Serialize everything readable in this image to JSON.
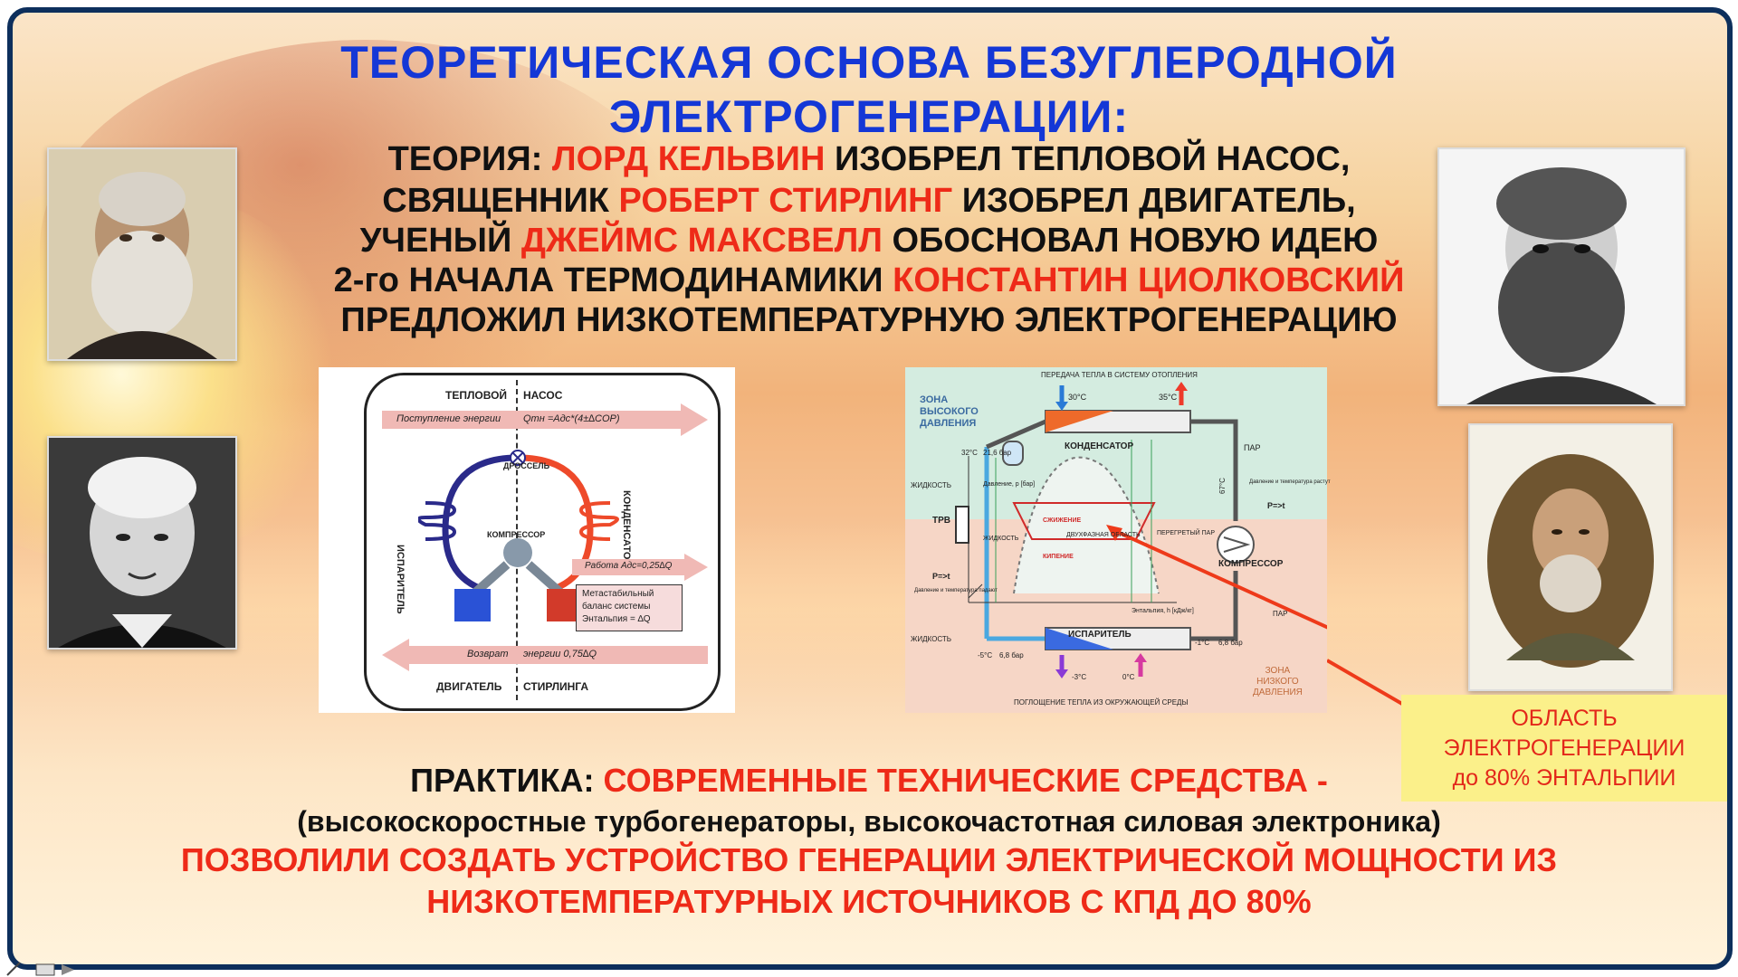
{
  "title": {
    "line1": "ТЕОРЕТИЧЕСКАЯ ОСНОВА БЕЗУГЛЕРОДНОЙ",
    "line2": "ЭЛЕКТРОГЕНЕРАЦИИ:"
  },
  "theory": {
    "l1_a": "ТЕОРИЯ:  ",
    "l1_b": "ЛОРД КЕЛЬВИН",
    "l1_c": " ИЗОБРЕЛ ТЕПЛОВОЙ НАСОС,",
    "l2_a": "СВЯЩЕННИК ",
    "l2_b": "РОБЕРТ СТИРЛИНГ",
    "l2_c": " ИЗОБРЕЛ ДВИГАТЕЛЬ,",
    "l3_a": "УЧЕНЫЙ ",
    "l3_b": "ДЖЕЙМС МАКСВЕЛЛ",
    "l3_c": " ОБОСНОВАЛ НОВУЮ ИДЕЮ",
    "l4_a": "2-го НАЧАЛА ТЕРМОДИНАМИКИ ",
    "l4_b": "КОНСТАНТИН ЦИОЛКОВСКИЙ",
    "l5": "ПРЕДЛОЖИЛ НИЗКОТЕМПЕРАТУРНУЮ ЭЛЕКТРОГЕНЕРАЦИЮ"
  },
  "diagram_left": {
    "top_a": "ТЕПЛОВОЙ",
    "top_b": "НАСОС",
    "energy_in": "Поступление энергии",
    "formula": "Qтн =Адс*(4±∆COP)",
    "throttle": "ДРОССЕЛЬ",
    "evaporator": "ИСПАРИТЕЛЬ",
    "condenser": "КОНДЕНСАТОР",
    "compressor": "КОМПРЕССОР",
    "work": "Работа Адс=0,25∆Q",
    "meta1": "Метастабильный",
    "meta2": "баланс  системы",
    "meta3": "Энтальпия = ∆Q",
    "return_a": "Возврат",
    "return_b": "энергии  0,75∆Q",
    "bottom_a": "ДВИГАТЕЛЬ",
    "bottom_b": "СТИРЛИНГА"
  },
  "diagram_right": {
    "heat_transfer": "ПЕРЕДАЧА ТЕПЛА В СИСТЕМУ ОТОПЛЕНИЯ",
    "zone_high": [
      "ЗОНА",
      "ВЫСОКОГО",
      "ДАВЛЕНИЯ"
    ],
    "t30": "30°C",
    "t35": "35°C",
    "t32": "32°C",
    "p216": "21,6 бар",
    "condenser": "КОНДЕНСАТОР",
    "steam": "ПАР",
    "liquid": "ЖИДКОСТЬ",
    "trv": "ТРВ",
    "pressure_axis": "Давление, p [бар]",
    "condensation": "СЖИЖЕНИЕ",
    "boiling": "КИПЕНИЕ",
    "liquid2": "ЖИДКОСТЬ",
    "overheated": "ПЕРЕГРЕТЫЙ ПАР",
    "two_phase": "ДВУХФАЗНАЯ ОБЛАСТЬ",
    "compressor": "КОМПРЕССОР",
    "pt_up": "P=>t",
    "pt_down": "P=>t",
    "enthalpy": "Энтальпия, h [кДж/кг]",
    "evaporator": "ИСПАРИТЕЛЬ",
    "tm5": "-5°C",
    "p68a": "6,8 бар",
    "tm1": "-1°C",
    "p68b": "6,8 бар",
    "tm3": "-3°C",
    "t0": "0°C",
    "t67": "67°C",
    "heat_absorb": "ПОГЛОЩЕНИЕ ТЕПЛА ИЗ ОКРУЖАЮЩЕЙ СРЕДЫ",
    "zone_low": [
      "ЗОНА",
      "НИЗКОГО",
      "ДАВЛЕНИЯ"
    ],
    "pressure_rise": "Давление и температура растут",
    "pressure_fall": "Давление и температура падают"
  },
  "callout": {
    "l1": "ОБЛАСТЬ",
    "l2": "ЭЛЕКТРОГЕНЕРАЦИИ",
    "l3": "до 80% ЭНТАЛЬПИИ"
  },
  "practice": {
    "l1_a": "ПРАКТИКА:  ",
    "l1_b": "СОВРЕМЕННЫЕ ТЕХНИЧЕСКИЕ СРЕДСТВА -",
    "l2": "(высокоскоростные турбогенераторы, высокочастотная силовая электроника)",
    "l3": "ПОЗВОЛИЛИ СОЗДАТЬ УСТРОЙСТВО ГЕНЕРАЦИИ ЭЛЕКТРИЧЕСКОЙ МОЩНОСТИ ИЗ",
    "l4": "НИЗКОТЕМПЕРАТУРНЫХ ИСТОЧНИКОВ С КПД ДО 80%"
  },
  "colors": {
    "title_blue": "#1437d6",
    "accent_red": "#ee2a18",
    "frame_navy": "#0d2f5c",
    "callout_yellow": "#fbf08a"
  }
}
